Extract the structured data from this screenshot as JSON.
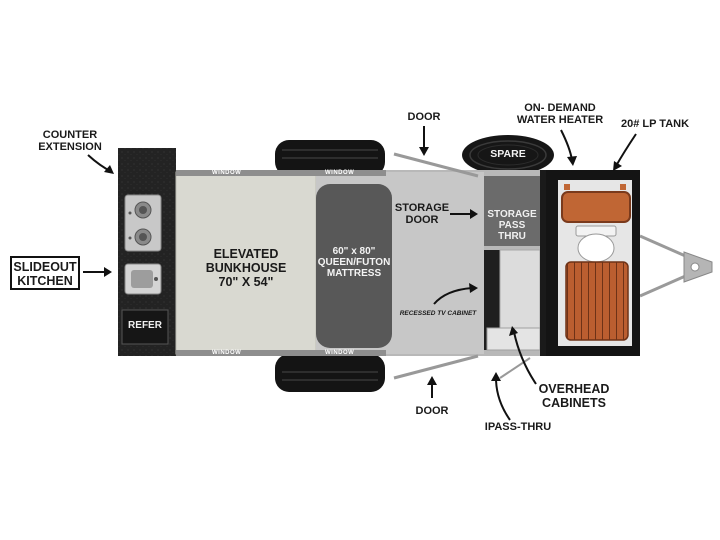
{
  "labels": {
    "counter_extension": "COUNTER\nEXTENSION",
    "slideout_kitchen": "SLIDEOUT\nKITCHEN",
    "refer": "REFER",
    "elevated_bunkhouse": "ELEVATED\nBUNKHOUSE\n70\" X 54\"",
    "mattress": "60\" x 80\"\nQUEEN/FUTON\nMATTRESS",
    "storage_door": "STORAGE\nDOOR",
    "storage_pass_thru": "STORAGE\nPASS\nTHRU",
    "recessed_tv_cabinet": "RECESSED TV CABINET",
    "door_top": "DOOR",
    "door_bottom": "DOOR",
    "spare": "SPARE",
    "water_heater": "ON- DEMAND\nWATER HEATER",
    "lp_tank": "20# LP TANK",
    "overhead_cabinets": "OVERHEAD\nCABINETS",
    "pass_thru": "IPASS-THRU",
    "window": "WINDOW"
  },
  "colors": {
    "kitchen": "#1f1f1f",
    "bunk": "#d8d8d0",
    "mattress": "#575757",
    "floor": "#c9c9c9",
    "storage": "#6c6c6c",
    "wood": "#b85a2b",
    "tire": "#151515"
  }
}
